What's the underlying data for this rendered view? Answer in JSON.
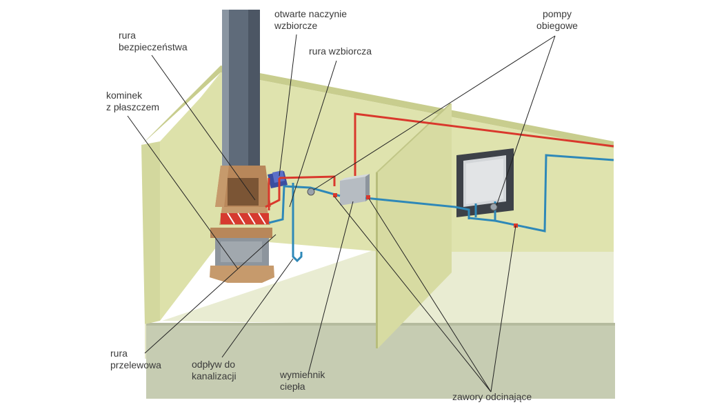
{
  "labels": {
    "expansion_vessel": "otwarte naczynie\nwzbiorcze",
    "circulation_pumps": "pompy\nobiegowe",
    "safety_pipe": "rura\nbezpieczeństwa",
    "expansion_pipe": "rura wzbiorcza",
    "fireplace": "kominek\nz płaszczem",
    "overflow_pipe": "rura\nprzelewowa",
    "drain": "odpływ do\nkanalizacji",
    "heat_exchanger": "wymiennik\nciepła",
    "shutoff_valves": "zawory odcinające"
  },
  "colors": {
    "wall_face": "#dfe3ae",
    "wall_top": "#c8cd8e",
    "wall_side": "#b7bd7c",
    "floor": "#e6e8c8",
    "base": "#c6ccb2",
    "chimney": "#5f6b7a",
    "supply_pipe": "#d9382c",
    "return_pipe": "#2e88b8",
    "fireplace_body": "#b8875a",
    "fireplace_trim": "#c69a6c",
    "leader_line": "#222222"
  }
}
